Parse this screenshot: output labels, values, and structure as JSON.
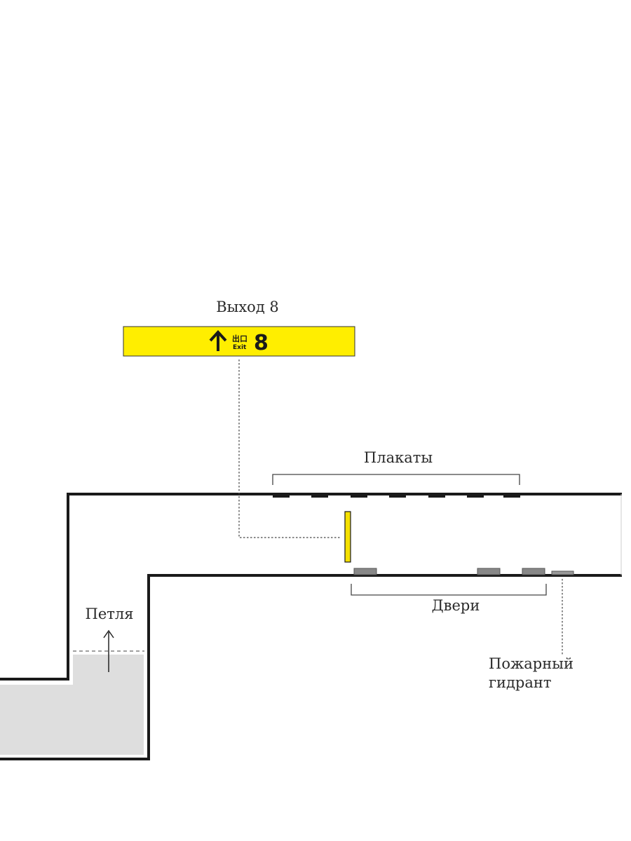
{
  "labels": {
    "exit_title": "Выход 8",
    "posters": "Плакаты",
    "doors": "Двери",
    "loop": "Петля",
    "hydrant_line1": "Пожарный",
    "hydrant_line2": "гидрант"
  },
  "sign": {
    "cjk": "出口",
    "exit_word": "Exit",
    "number": "8",
    "arrow_icon": "arrow-up-icon"
  },
  "colors": {
    "sign_yellow": "#ffee00",
    "standing_sign": "#f5e000",
    "wall": "#1a1a1a",
    "door": "#888888",
    "loop_area": "#dedede"
  }
}
